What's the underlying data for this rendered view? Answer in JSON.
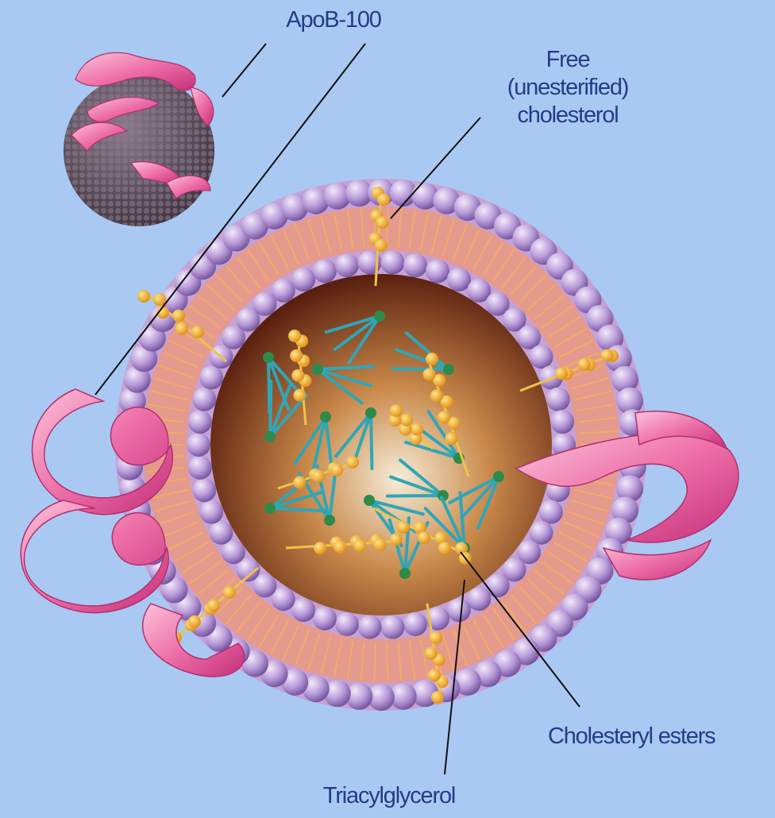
{
  "labels": {
    "apob": "ApoB-100",
    "free_line1": "Free",
    "free_line2": "(unesterified)",
    "free_line3": "cholesterol",
    "cholesteryl_esters": "Cholesteryl esters",
    "triacylglycerol": "Triacylglycerol"
  },
  "colors": {
    "background": "#a9c9f2",
    "label_text": "#1d3f86",
    "apob_ribbon": "#ee6fa8",
    "phospholipid_head": "#b89ad8",
    "cholesterol": "#f4b62a",
    "triacylglycerol_tail": "#2fa6b8",
    "triacylglycerol_head": "#2e8a4a",
    "core": "#7a3a1c"
  }
}
